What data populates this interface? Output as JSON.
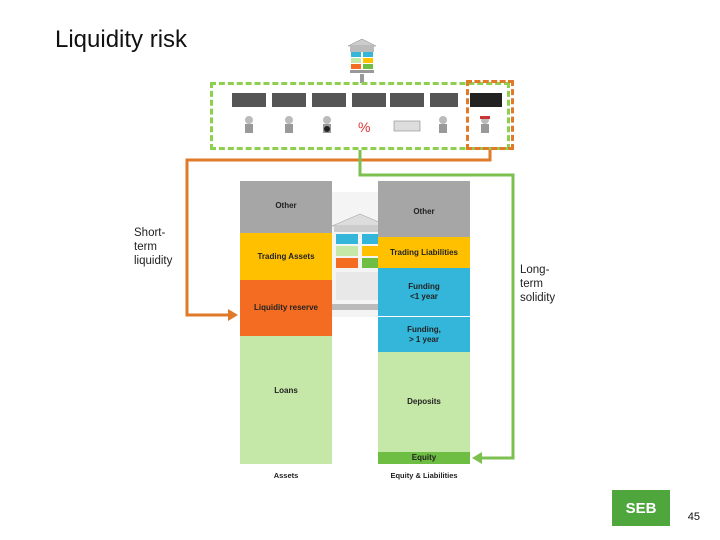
{
  "slide": {
    "title": "Liquidity risk",
    "page_number": "45",
    "logo_text": "SEB"
  },
  "side_labels": {
    "short_term": "Short-\nterm\nliquidity",
    "long_term": "Long-\nterm\nsolidity"
  },
  "assets": {
    "label": "Assets",
    "blocks": [
      {
        "label": "Other",
        "color": "#a6a6a6"
      },
      {
        "label": "Trading Assets",
        "color": "#ffc000"
      },
      {
        "label": "Liquidity reserve",
        "color": "#f36c21"
      },
      {
        "label": "Loans",
        "color": "#c5e8a8"
      }
    ]
  },
  "liabilities": {
    "label": "Equity & Liabilities",
    "blocks": [
      {
        "label": "Other",
        "color": "#a6a6a6"
      },
      {
        "label": "Trading Liabilities",
        "color": "#ffc000"
      },
      {
        "label": "Funding\n<1 year",
        "color": "#33b6d9"
      },
      {
        "label": "Funding,\n> 1 year",
        "color": "#33b6d9"
      },
      {
        "label": "Deposits",
        "color": "#c5e8a8"
      },
      {
        "label": "Equity",
        "color": "#6ebe44"
      }
    ]
  },
  "colors": {
    "arrow_orange": "#e07a28",
    "arrow_green": "#7cc150",
    "logo_green": "#4ea63d"
  }
}
